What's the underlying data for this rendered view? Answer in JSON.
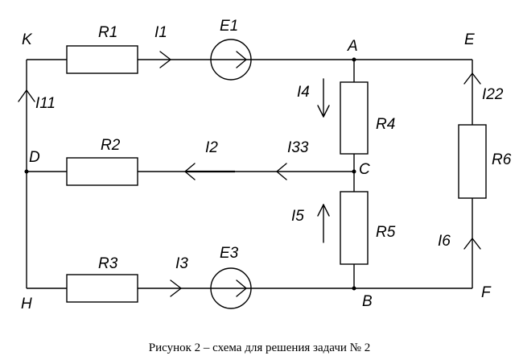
{
  "caption": "Рисунок 2 – схема для решения задачи № 2",
  "labels": {
    "node_k": "K",
    "node_a": "A",
    "node_e": "E",
    "node_d": "D",
    "node_c": "C",
    "node_h": "H",
    "node_b": "B",
    "node_f": "F",
    "r1": "R1",
    "r2": "R2",
    "r3": "R3",
    "r4": "R4",
    "r5": "R5",
    "r6": "R6",
    "e1": "E1",
    "e3": "E3",
    "i1": "I1",
    "i2": "I2",
    "i3": "I3",
    "i4": "I4",
    "i5": "I5",
    "i6": "I6",
    "i11": "I11",
    "i22": "I22",
    "i33": "I33"
  }
}
